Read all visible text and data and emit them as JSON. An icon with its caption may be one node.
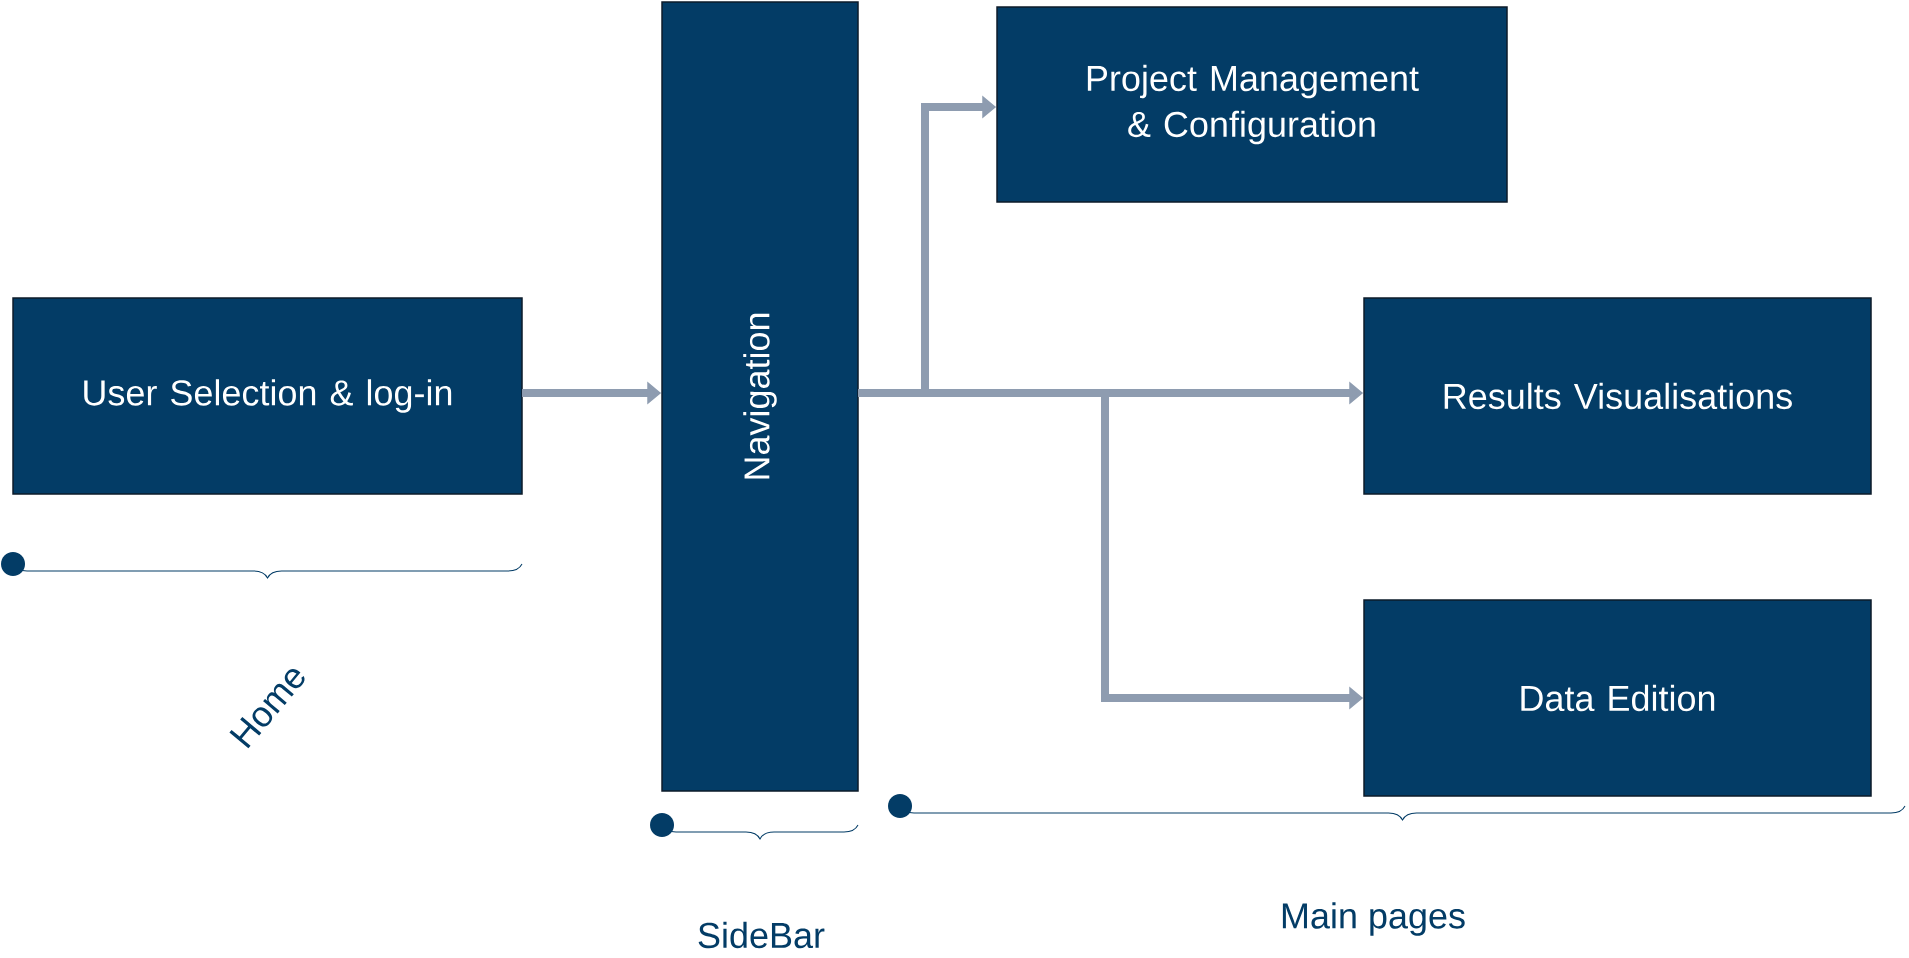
{
  "diagram": {
    "nodes": [
      {
        "text": [
          "User Selection & log-in"
        ]
      },
      {
        "text": [
          "Navigation"
        ]
      },
      {
        "text": [
          "Project Management & Configuration"
        ]
      },
      {
        "text": [
          "Results Visualisations"
        ]
      },
      {
        "text": [
          "Data Edition"
        ]
      }
    ],
    "edges": [
      {
        "from": 0,
        "to": 1,
        "arrow": "to"
      },
      {
        "from": 1,
        "to": 2,
        "arrow": "to"
      },
      {
        "from": 1,
        "to": 3,
        "arrow": "to"
      },
      {
        "from": 1,
        "to": 4,
        "arrow": "to"
      }
    ],
    "labels": [
      "Home",
      "SideBar",
      "Main pages"
    ]
  }
}
